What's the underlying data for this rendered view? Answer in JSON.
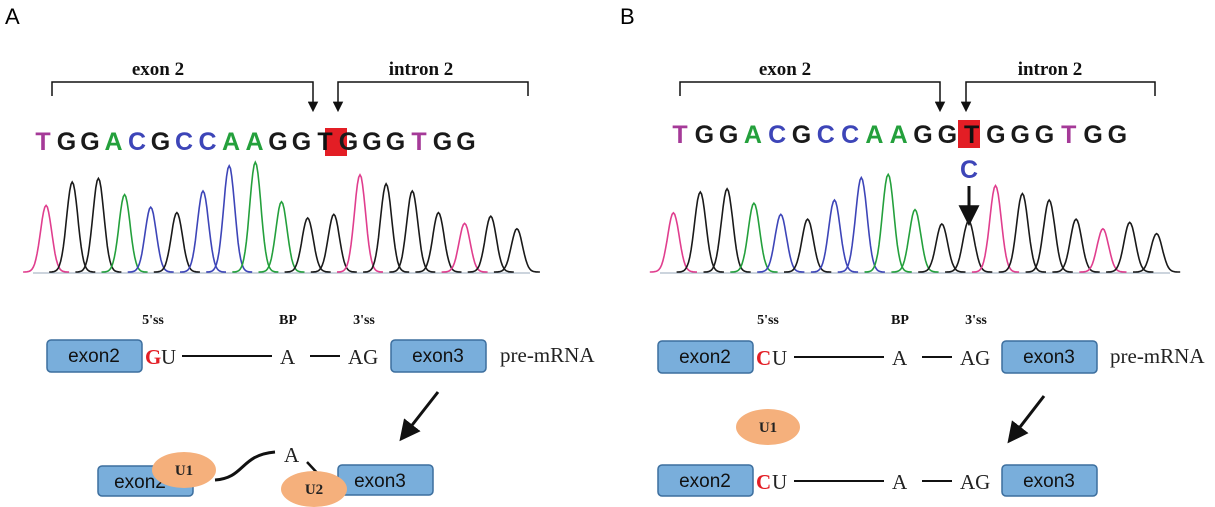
{
  "colors": {
    "A": "#24a03c",
    "C": "#3d45b8",
    "G": "#1a1a1a",
    "T": "#a53a98",
    "highlight": "#e31e25",
    "mutation": "#e31e25",
    "exon_fill": "#79aedb",
    "exon_stroke": "#3c6e9e",
    "snrnp_fill": "#f5b07c",
    "trace_red": "#e03e8e"
  },
  "sequence": [
    "T",
    "G",
    "G",
    "A",
    "C",
    "G",
    "C",
    "C",
    "A",
    "A",
    "G",
    "G",
    "T",
    "G",
    "G",
    "G",
    "T",
    "G",
    "G"
  ],
  "panels": [
    {
      "label": "A",
      "exon_label": "exon 2",
      "intron_label": "intron 2",
      "mutant_base": "",
      "site_labels": [
        "5'ss",
        "BP",
        "3'ss"
      ],
      "pre_mrna": {
        "exon_left": "exon2",
        "site_base": "G",
        "site_rest": "U",
        "branch": "A",
        "acceptor": "AG",
        "exon_right": "exon3",
        "caption": "pre-mRNA"
      },
      "complex": {
        "exon_left": "exon2",
        "exon_right": "exon3",
        "branch": "A",
        "u1": "U1",
        "u2": "U2"
      }
    },
    {
      "label": "B",
      "exon_label": "exon 2",
      "intron_label": "intron 2",
      "mutant_base": "C",
      "site_labels": [
        "5'ss",
        "BP",
        "3'ss"
      ],
      "pre_mrna": {
        "exon_left": "exon2",
        "site_base": "C",
        "site_rest": "U",
        "branch": "A",
        "acceptor": "AG",
        "exon_right": "exon3",
        "caption": "pre-mRNA"
      },
      "complex": {
        "exon_left": "exon2",
        "exon_right": "exon3",
        "site_base": "C",
        "site_rest": "U",
        "branch": "A",
        "acceptor": "AG",
        "u1": "U1"
      }
    }
  ]
}
